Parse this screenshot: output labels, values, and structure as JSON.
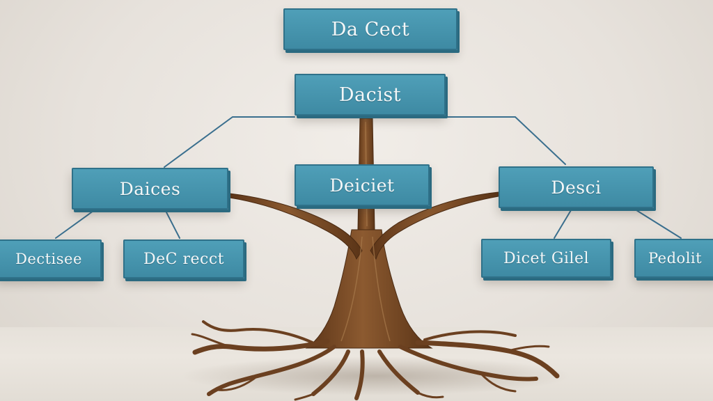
{
  "diagram": {
    "nodes": {
      "root": "Da Cect",
      "sub": "Dacist",
      "left": "Daices",
      "center": "Deiciet",
      "right": "Desci",
      "left_left": "Dectisee",
      "left_right": "DeC recct",
      "right_left": "Dicet Gilel",
      "right_right": "Pedolit"
    },
    "colors": {
      "box": "#4596ae",
      "box_edge": "#2f7189",
      "connector": "#3a6f8e",
      "trunk": "#7a4a24",
      "background": "#ebe7e2"
    }
  }
}
